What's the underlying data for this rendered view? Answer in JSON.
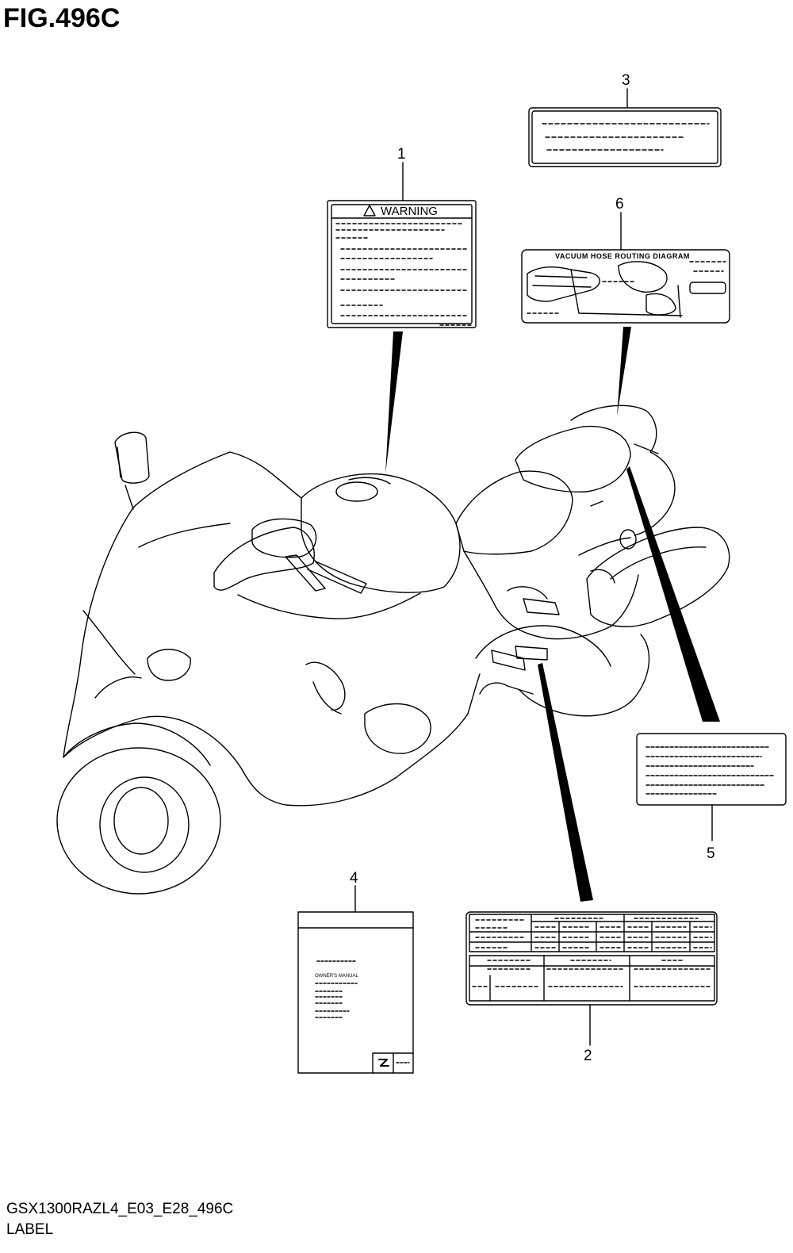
{
  "figure_title": "FIG.496C",
  "model_code": "GSX1300RAZL4_E03_E28_496C",
  "caption": "LABEL",
  "callouts": [
    {
      "id": "callout-1",
      "number": "1"
    },
    {
      "id": "callout-2",
      "number": "2"
    },
    {
      "id": "callout-3",
      "number": "3"
    },
    {
      "id": "callout-4",
      "number": "4"
    },
    {
      "id": "callout-5",
      "number": "5"
    },
    {
      "id": "callout-6",
      "number": "6"
    }
  ],
  "label_texts": {
    "warning": "WARNING",
    "vacuum": "VACUUM HOSE ROUTING DIAGRAM",
    "owners_manual": "OWNER'S MANUAL"
  },
  "colors": {
    "line": "#000000",
    "background": "#ffffff"
  }
}
